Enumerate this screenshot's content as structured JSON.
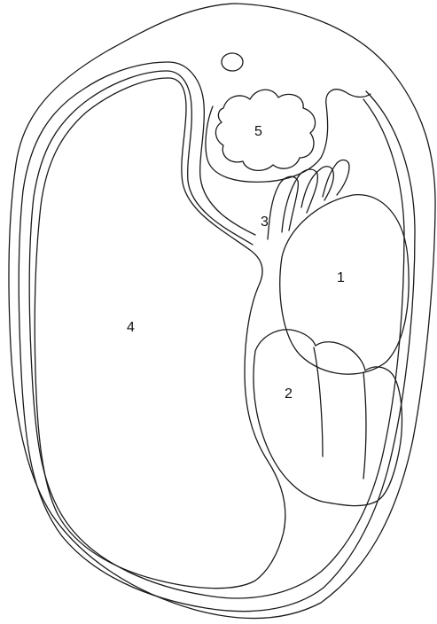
{
  "figure": {
    "colors": {
      "line": "#1a1a1a",
      "background": "#ffffff"
    },
    "labels": {
      "l1": "1",
      "l2": "2",
      "l3": "3",
      "l4": "4",
      "l5": "5"
    }
  }
}
